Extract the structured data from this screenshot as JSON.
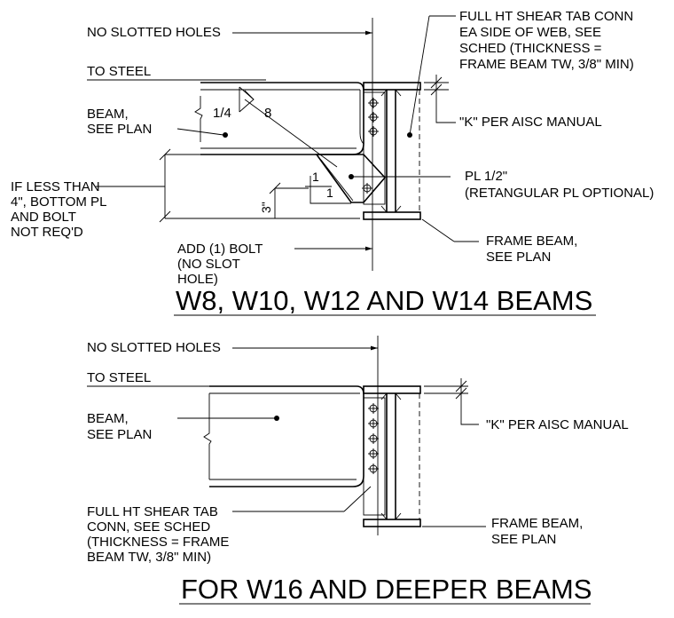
{
  "detail1": {
    "title": "W8, W10, W12 AND W14 BEAMS",
    "no_slotted_holes": "NO SLOTTED HOLES",
    "to_steel": "TO STEEL",
    "beam_l1": "BEAM,",
    "beam_l2": "SEE PLAN",
    "weld_size": "1/4",
    "weld_length": "8",
    "shear_tab_l1": "FULL HT SHEAR TAB CONN",
    "shear_tab_l2": "EA SIDE OF WEB, SEE",
    "shear_tab_l3": "SCHED (THICKNESS =",
    "shear_tab_l4": "FRAME BEAM TW, 3/8\" MIN)",
    "k_note": "\"K\" PER AISC MANUAL",
    "pl_l1": "PL 1/2\"",
    "pl_l2": "(RETANGULAR PL OPTIONAL)",
    "if_less_l1": "IF LESS THAN",
    "if_less_l2": "4\", BOTTOM PL",
    "if_less_l3": "AND BOLT",
    "if_less_l4": "NOT REQ'D",
    "slope_v": "1",
    "slope_h": "1",
    "dim_3": "3\"",
    "add_bolt_l1": "ADD (1) BOLT",
    "add_bolt_l2": "(NO SLOT",
    "add_bolt_l3": "HOLE)",
    "frame_beam_l1": "FRAME BEAM,",
    "frame_beam_l2": "SEE PLAN"
  },
  "detail2": {
    "title": "FOR W16 AND DEEPER BEAMS",
    "no_slotted_holes": "NO SLOTTED HOLES",
    "to_steel": "TO STEEL",
    "beam_l1": "BEAM,",
    "beam_l2": "SEE PLAN",
    "k_note": "\"K\" PER AISC MANUAL",
    "shear_tab_l1": "FULL HT SHEAR TAB",
    "shear_tab_l2": "CONN, SEE SCHED",
    "shear_tab_l3": "(THICKNESS = FRAME",
    "shear_tab_l4": "BEAM TW, 3/8\" MIN)",
    "frame_beam_l1": "FRAME BEAM,",
    "frame_beam_l2": "SEE PLAN"
  }
}
